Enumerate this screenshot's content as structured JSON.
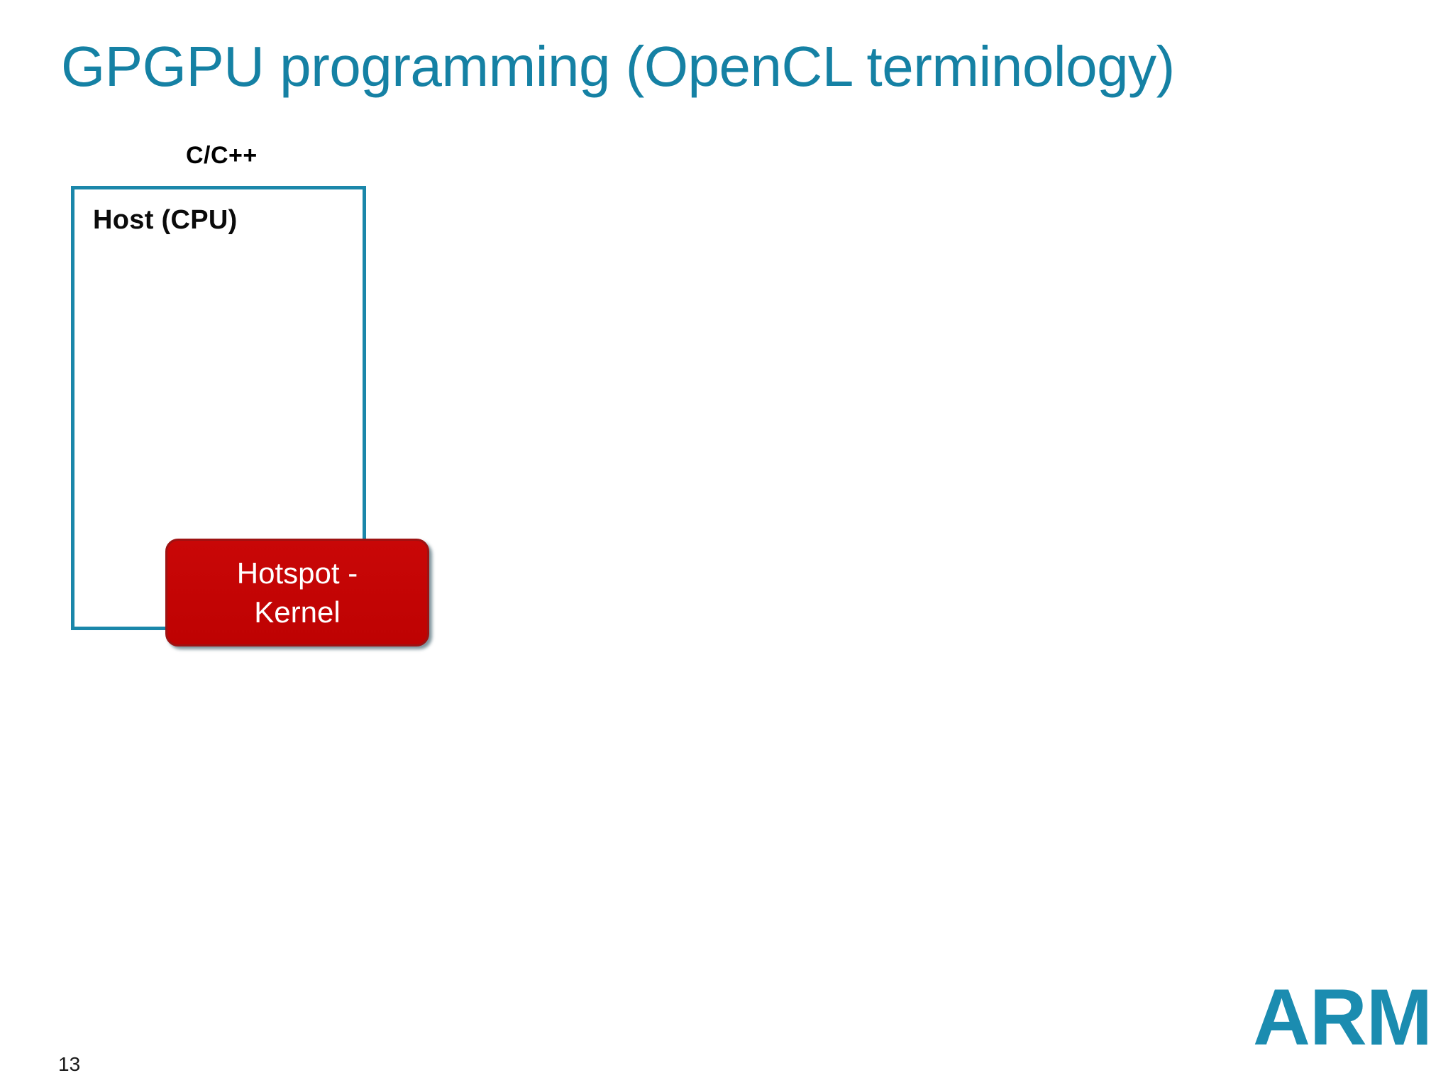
{
  "slide": {
    "title": "GPGPU programming (OpenCL terminology)",
    "page_number": "13",
    "background_color": "#FFFFFF",
    "title_color": "#1581A4"
  },
  "diagram": {
    "language_caption": "C/C++",
    "host_box": {
      "label": "Host (CPU)",
      "border_color": "#1B87AA"
    },
    "kernel_block": {
      "line1": "Hotspot -",
      "line2": "Kernel",
      "fill_color": "#C40404",
      "text_color": "#FFFFFF"
    }
  },
  "branding": {
    "logo_text": "ARM",
    "logo_color": "#1B8CB0"
  }
}
